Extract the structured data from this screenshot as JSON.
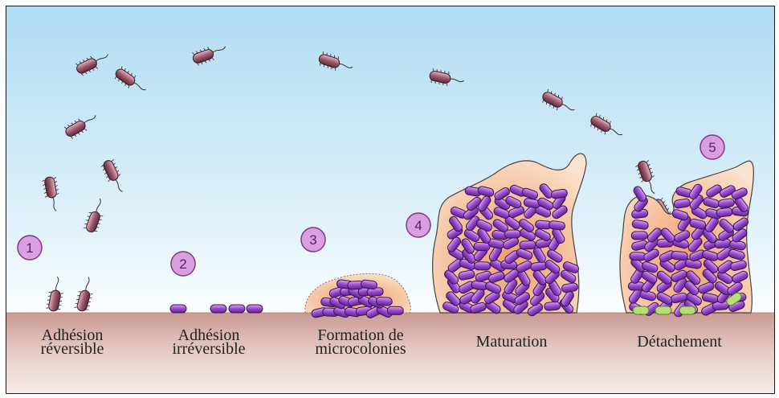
{
  "stages": [
    {
      "number": "1",
      "label": [
        "Adhésion",
        "réversible"
      ]
    },
    {
      "number": "2",
      "label": [
        "Adhésion",
        "irréversible"
      ]
    },
    {
      "number": "3",
      "label": [
        "Formation de",
        "microcolonies"
      ]
    },
    {
      "number": "4",
      "label": [
        "Maturation"
      ]
    },
    {
      "number": "5",
      "label": [
        "Détachement"
      ]
    }
  ],
  "colors": {
    "sky_top": "#b6e0f3",
    "sky_bottom": "#ffffff",
    "surface": "#d9b5ae",
    "badge_fill": "#d99fe0",
    "badge_stroke": "#7a3a86",
    "cell_fill": "#9b4dc9",
    "matrix": "#f2b58a",
    "free_cell": "#b4707e"
  }
}
